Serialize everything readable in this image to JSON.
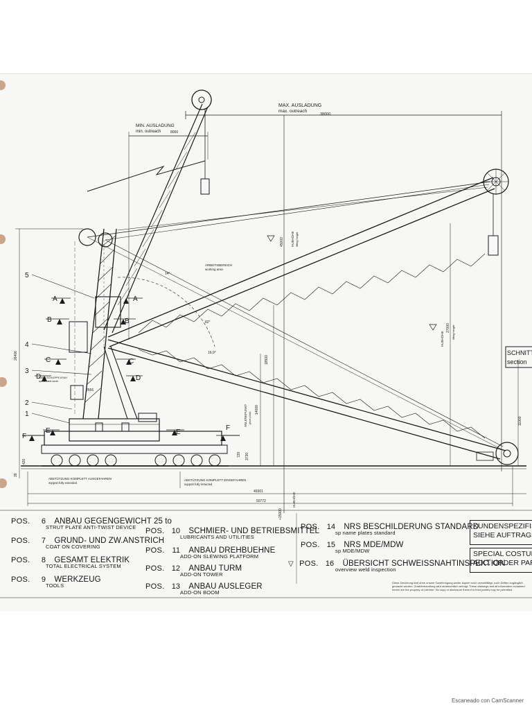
{
  "header": {
    "max_outreach_de": "MAX. AUSLADUNG",
    "max_outreach_en": "max. outreach",
    "max_outreach_value": "38000",
    "min_outreach_de": "MIN. AUSLADUNG",
    "min_outreach_en": "min. outreach",
    "min_outreach_value": "8000"
  },
  "annotations": {
    "working_area_de": "ARBEITSBEREICH",
    "working_area_en": "working area",
    "angle_1": "14°",
    "angle_2": "82°",
    "angle_3": "16,9°",
    "dim_45000": "45000",
    "lifting_height_de": "HUBHÖHE",
    "lifting_height_en": "lifting height",
    "dim_27000": "27000",
    "dim_18500": "18500",
    "dim_14000": "14000",
    "pivot_de": "ANLENKPUNKT",
    "pivot_en": "pivot point",
    "dim_26406": "26406",
    "dim_11000": "11000",
    "dim_3730": "3730",
    "dim_720": "720",
    "dim_420": "420",
    "dim_39": "39",
    "dim_2556": "2556",
    "dim_49301": "49301",
    "dim_50772": "50772",
    "dim_minus_15000": "+15000",
    "dim_lifting_low": "HUBHÖHE",
    "support_extended_de": "ABSTÜTZUNG KOMPLETT AUSGEFAHREN",
    "support_extended_en": "support fully extended",
    "support_retracted_de": "ABSTÜTZUNG KOMPLETT EINGEFAHREN",
    "support_retracted_en": "support fully retracted",
    "cable_label_de": "KABELSCHLEPPE KRAN",
    "cable_label_en": "special cable carrier"
  },
  "callouts": [
    "1",
    "2",
    "3",
    "4",
    "5"
  ],
  "section_markers": [
    "A",
    "B",
    "C",
    "D",
    "E",
    "F"
  ],
  "section_box": {
    "de": "SCHNITT",
    "en": "section"
  },
  "legend": [
    {
      "pos": "POS.",
      "num": "6",
      "de": "ANBAU GEGENGEWICHT 25 to",
      "en": "STRUT PLATE ANTI-TWIST DEVICE"
    },
    {
      "pos": "POS.",
      "num": "7",
      "de": "GRUND- UND ZW.ANSTRICH",
      "en": "COAT ON COVERING"
    },
    {
      "pos": "POS.",
      "num": "8",
      "de": "GESAMT ELEKTRIK",
      "en": "TOTAL ELECTRICAL SYSTEM"
    },
    {
      "pos": "POS.",
      "num": "9",
      "de": "WERKZEUG",
      "en": "TOOLS"
    },
    {
      "pos": "POS.",
      "num": "10",
      "de": "SCHMIER- UND BETRIEBSMITTEL",
      "en": "LUBRICANTS AND UTILITIES"
    },
    {
      "pos": "POS.",
      "num": "11",
      "de": "ANBAU DREHBUEHNE",
      "en": "ADD-ON SLEWING PLATFORM"
    },
    {
      "pos": "POS.",
      "num": "12",
      "de": "ANBAU TURM",
      "en": "ADD-ON TOWER"
    },
    {
      "pos": "POS.",
      "num": "13",
      "de": "ANBAU AUSLEGER",
      "en": "ADD-ON BOOM"
    },
    {
      "pos": "POS.",
      "num": "14",
      "de": "NRS BESCHILDERUNG STANDARD",
      "en": "sp name plates standard"
    },
    {
      "pos": "POS.",
      "num": "15",
      "de": "NRS MDE/MDW",
      "en": "sp MDE/MDW"
    },
    {
      "pos": "POS.",
      "num": "16",
      "de": "ÜBERSICHT SCHWEISSNAHTINSPEKTION",
      "en": "overview weld inspection"
    }
  ],
  "right_box_1": {
    "line1": "KUNDENSPEZIFISCH",
    "line2": "SIEHE AUFTRAGSSCH"
  },
  "right_box_2": {
    "line1": "SPECIAL COSTUMER",
    "line2": "ACC. ORDER PART"
  },
  "fine_print": "Diese Zeichnung darf ohne unsere Genehmigung weder kopiert noch vervielfältigt, noch Dritten zugänglich gemacht werden. Zuwiderhandlung wird strafrechtlich verfolgt. These drawings and all information contained herein are the property of Liebherr. No copy or disclosure thereof to third parties may be permitted.",
  "footer": "Escaneado con CamScanner",
  "colors": {
    "ink": "#1a1a1a",
    "paper": "#f7f7f5",
    "hole": "#c9a58a"
  }
}
